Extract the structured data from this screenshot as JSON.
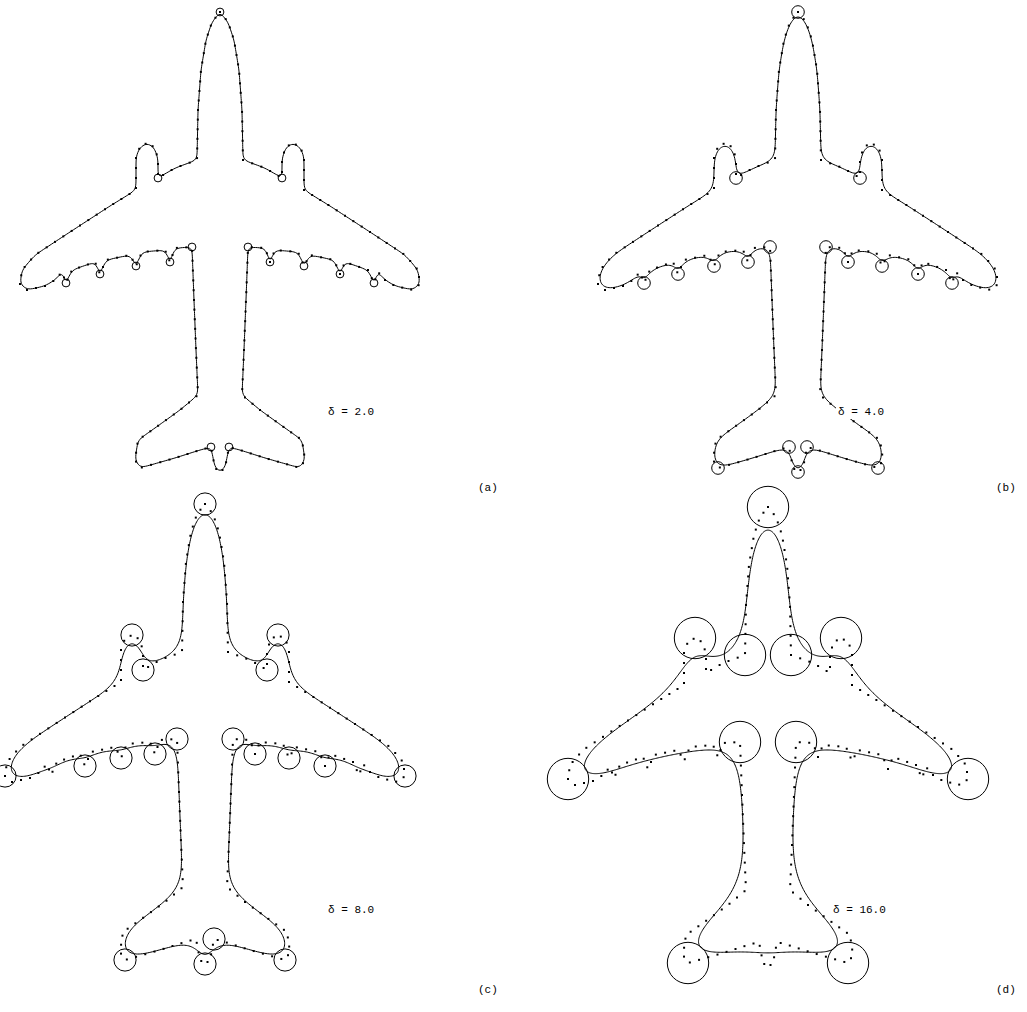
{
  "diagram": {
    "labels": [
      "δ = 2.0",
      "(a)",
      "δ = 4.0",
      "(b)",
      "δ = 8.0",
      "(c)",
      "δ = 16.0",
      "(d)"
    ]
  }
}
